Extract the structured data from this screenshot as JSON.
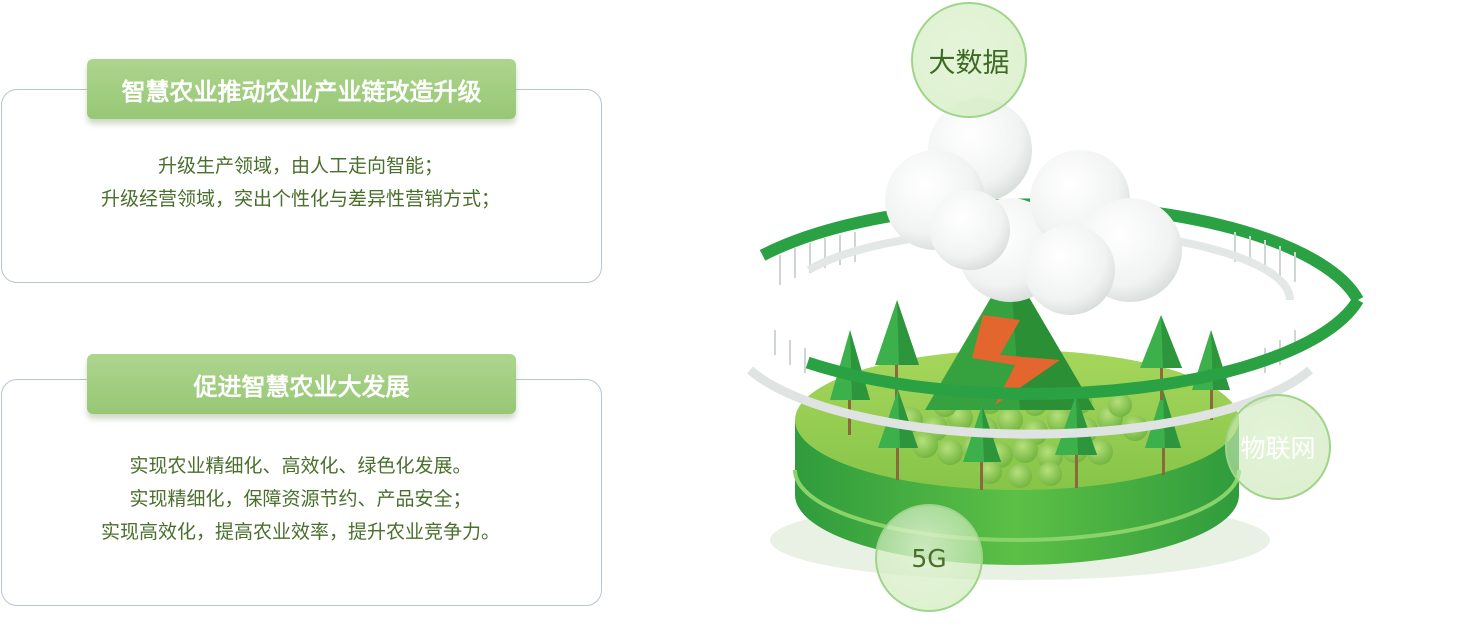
{
  "section1": {
    "title": "智慧农业推动农业产业链改造升级",
    "lines": [
      "升级生产领域，由人工走向智能；",
      "升级经营领域，突出个性化与差异性营销方式；"
    ]
  },
  "section2": {
    "title": "促进智慧农业大发展",
    "lines": [
      "实现农业精细化、高效化、绿色化发展。",
      "实现精细化，保障资源节约、产品安全；",
      "实现高效化，提高农业效率，提升农业竞争力。"
    ]
  },
  "bubbles": {
    "big_data": "大数据",
    "iot": "物联网",
    "five_g": "5G"
  },
  "colors": {
    "title_green": "#a2cf80",
    "text_green": "#4a6f2c",
    "ring_green": "#2aa142",
    "card_border": "#b9c5d2"
  },
  "icons": {
    "cloud": "cloud-icon",
    "lightning": "lightning-bolt-icon",
    "trees": "pine-tree-icon"
  }
}
